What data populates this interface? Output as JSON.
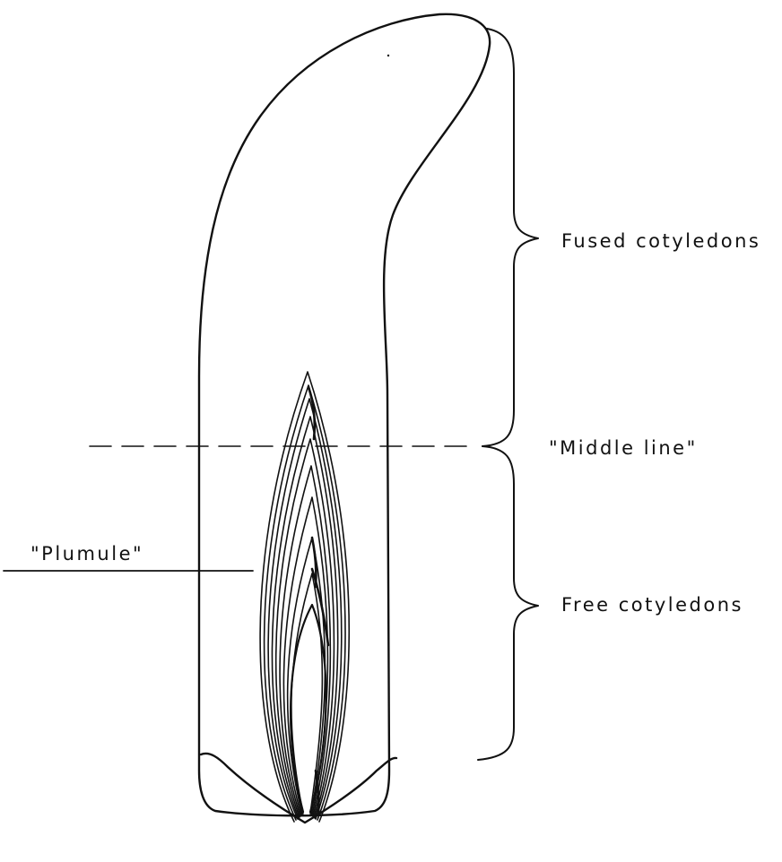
{
  "labels": {
    "fused_cotyledons": "Fused cotyledons",
    "middle_line": "\"Middle line\"",
    "plumule": "\"Plumule\"",
    "free_cotyledons": "Free cotyledons"
  },
  "colors": {
    "ink": "#111111",
    "paper": "#ffffff"
  }
}
